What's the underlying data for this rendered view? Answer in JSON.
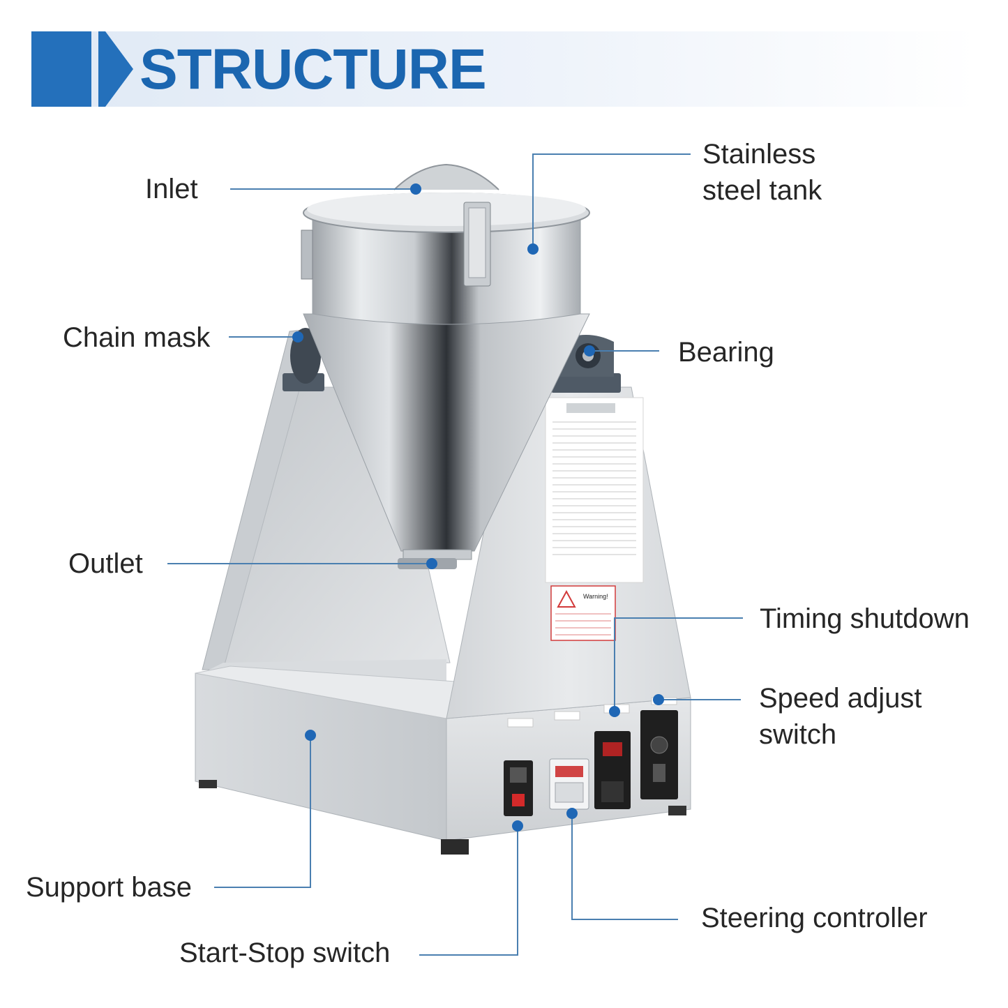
{
  "header": {
    "title": "STRUCTURE",
    "accent_color": "#1b66b0",
    "icon": "chevron-right-icon"
  },
  "labels": {
    "inlet": "Inlet",
    "tank_line1": "Stainless",
    "tank_line2": "steel tank",
    "chain_mask": "Chain mask",
    "bearing": "Bearing",
    "outlet": "Outlet",
    "timing_shutdown": "Timing shutdown",
    "speed_line1": "Speed adjust",
    "speed_line2": "switch",
    "support_base": "Support base",
    "steering_controller": "Steering controller",
    "start_stop": "Start-Stop switch"
  },
  "product_text": {
    "warning_heading": "Warning!"
  }
}
